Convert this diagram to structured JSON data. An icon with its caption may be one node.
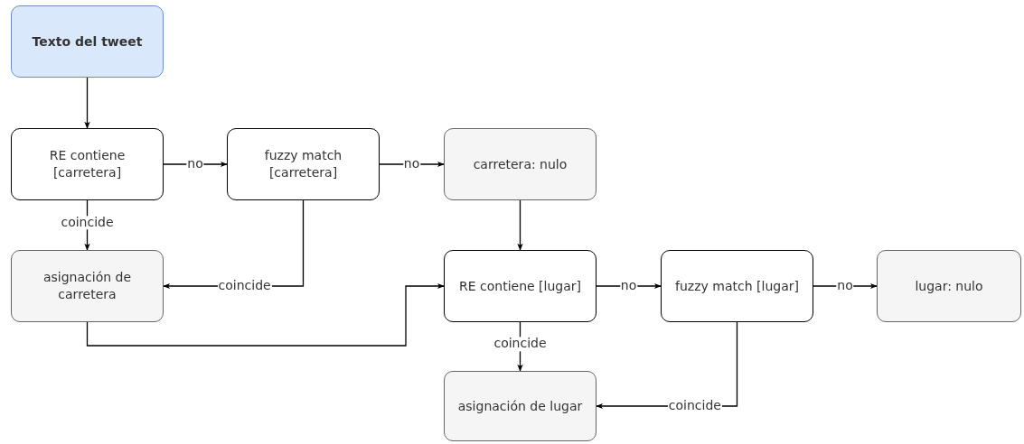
{
  "diagram": {
    "nodes": [
      {
        "text": [
          "Texto del tweet"
        ]
      },
      {
        "text": [
          "RE contiene [carretera]"
        ]
      },
      {
        "text": [
          "fuzzy match [carretera]"
        ]
      },
      {
        "text": [
          "carretera: nulo"
        ]
      },
      {
        "text": [
          "asignación de carretera"
        ]
      },
      {
        "text": [
          "RE contiene [lugar]"
        ]
      },
      {
        "text": [
          "fuzzy match [lugar]"
        ]
      },
      {
        "text": [
          "lugar: nulo"
        ]
      },
      {
        "text": [
          "asignación de lugar"
        ]
      }
    ],
    "edges": [
      {
        "from": 0,
        "to": 1,
        "arrow": "to"
      },
      {
        "from": 1,
        "to": 2,
        "arrow": "to",
        "label": "no"
      },
      {
        "from": 2,
        "to": 3,
        "arrow": "to",
        "label": "no"
      },
      {
        "from": 1,
        "to": 4,
        "arrow": "to",
        "label": "coincide"
      },
      {
        "from": 2,
        "to": 4,
        "arrow": "to",
        "label": "coincide"
      },
      {
        "from": 3,
        "to": 5,
        "arrow": "to"
      },
      {
        "from": 4,
        "to": 5,
        "arrow": "to"
      },
      {
        "from": 5,
        "to": 6,
        "arrow": "to",
        "label": "no"
      },
      {
        "from": 6,
        "to": 7,
        "arrow": "to",
        "label": "no"
      },
      {
        "from": 5,
        "to": 8,
        "arrow": "to",
        "label": "coincide"
      },
      {
        "from": 6,
        "to": 8,
        "arrow": "to",
        "label": "coincide"
      }
    ]
  }
}
